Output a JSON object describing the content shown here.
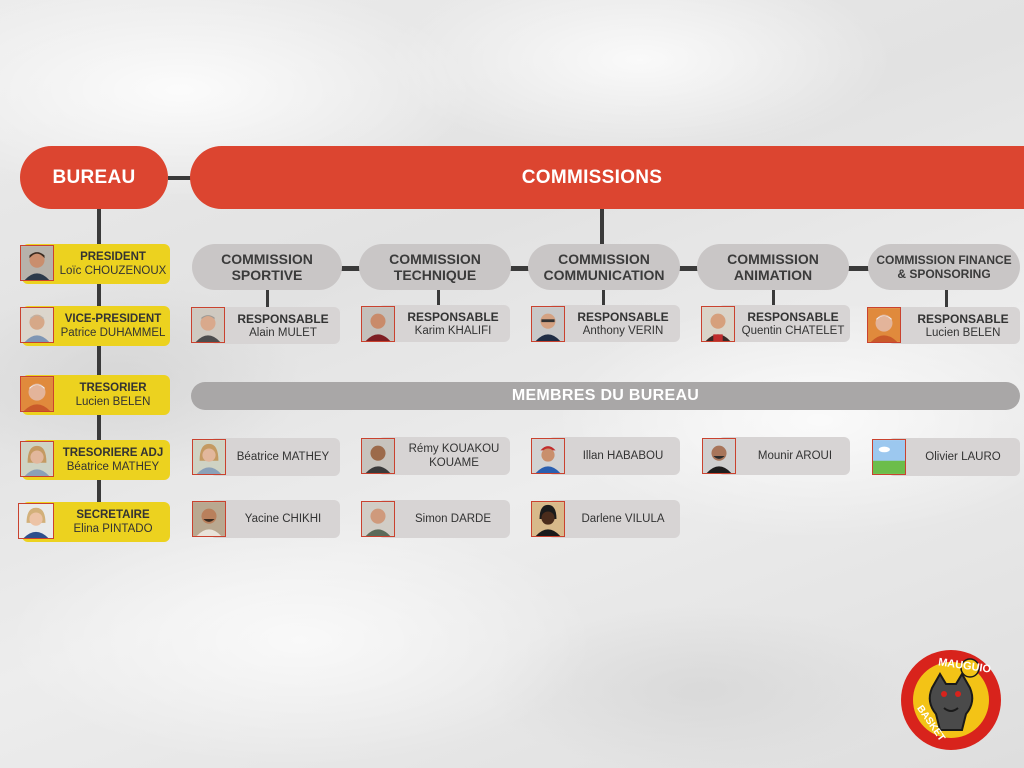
{
  "header": {
    "bureau": "BUREAU",
    "commissions": "COMMISSIONS"
  },
  "bureau_members": [
    {
      "role": "PRESIDENT",
      "name": "Loïc CHOUZENOUX"
    },
    {
      "role": "VICE-PRESIDENT",
      "name": "Patrice DUHAMMEL"
    },
    {
      "role": "TRESORIER",
      "name": "Lucien BELEN"
    },
    {
      "role": "TRESORIERE ADJ",
      "name": "Béatrice MATHEY"
    },
    {
      "role": "SECRETAIRE",
      "name": "Elina PINTADO"
    }
  ],
  "commissions": [
    {
      "title": "COMMISSION SPORTIVE",
      "role": "RESPONSABLE",
      "name": "Alain MULET"
    },
    {
      "title": "COMMISSION TECHNIQUE",
      "role": "RESPONSABLE",
      "name": "Karim KHALIFI"
    },
    {
      "title": "COMMISSION COMMUNICATION",
      "role": "RESPONSABLE",
      "name": "Anthony VERIN"
    },
    {
      "title": "COMMISSION ANIMATION",
      "role": "RESPONSABLE",
      "name": "Quentin CHATELET"
    },
    {
      "title": "COMMISSION FINANCE & SPONSORING",
      "role": "RESPONSABLE",
      "name": "Lucien BELEN"
    }
  ],
  "membres": {
    "title": "MEMBRES DU BUREAU",
    "list": [
      "Béatrice MATHEY",
      "Rémy KOUAKOU KOUAME",
      "Illan HABABOU",
      "Mounir AROUI",
      "Olivier LAURO",
      "Yacine CHIKHI",
      "Simon DARDE",
      "Darlene VILULA"
    ]
  },
  "logo": {
    "top_text": "MAUGUIO",
    "bottom_text": "BASKET",
    "colors": {
      "ring": "#d8231c",
      "accent": "#f3c316"
    }
  },
  "colors": {
    "red": "#dc4530",
    "yellow": "#ecd21f",
    "grey_pill": "#c9c6c6",
    "grey_card": "#d7d4d4",
    "bar": "#a9a7a7"
  }
}
